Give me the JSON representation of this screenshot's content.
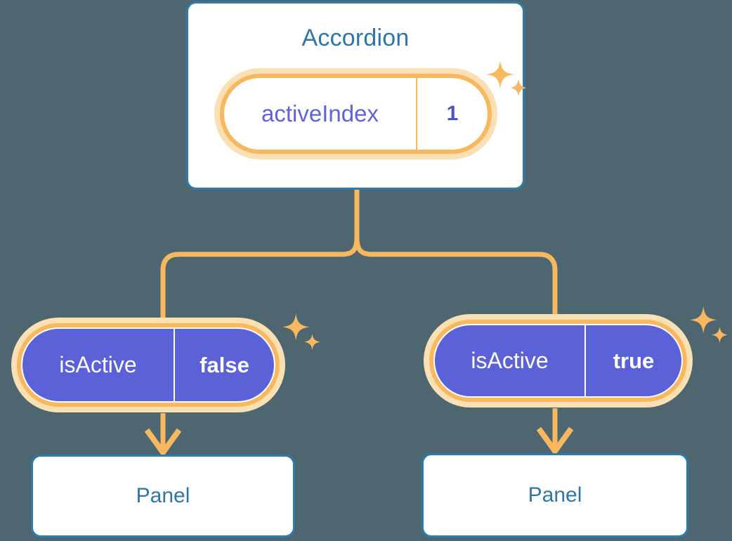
{
  "theme": {
    "background": "#4d6670",
    "card_border": "#2e7cad",
    "title_color": "#2e76a8",
    "accent_orange": "#f8b85f",
    "glow_orange": "#fbe0b4",
    "pill_purple": "#5b61d6",
    "key_text_purple": "#5f63dd"
  },
  "diagram": {
    "root": {
      "title": "Accordion",
      "state": {
        "key": "activeIndex",
        "value": "1"
      }
    },
    "branches": [
      {
        "state": {
          "key": "isActive",
          "value": "false"
        },
        "child": {
          "title": "Panel"
        }
      },
      {
        "state": {
          "key": "isActive",
          "value": "true"
        },
        "child": {
          "title": "Panel"
        }
      }
    ]
  },
  "icons": {
    "sparkle": "sparkle-icon",
    "arrow_down": "arrow-down-icon"
  }
}
